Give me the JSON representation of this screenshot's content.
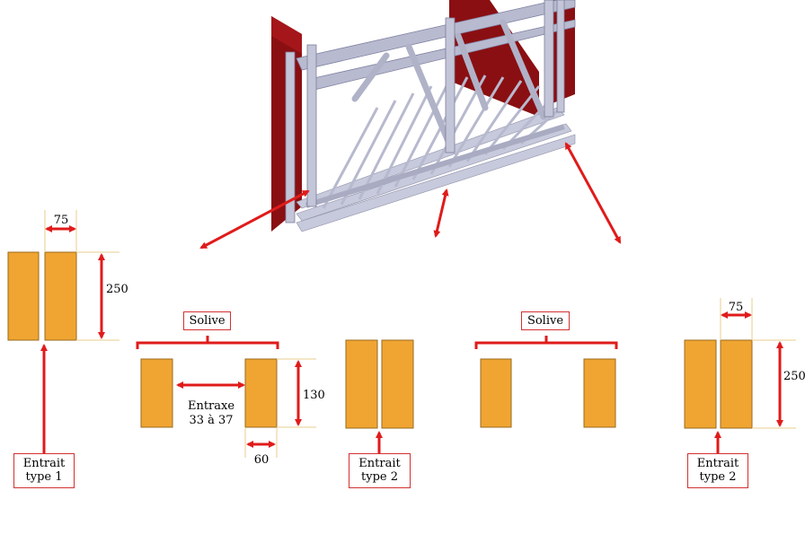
{
  "labels": {
    "solive_left": "Solive",
    "solive_right": "Solive",
    "entrait1_line1": "Entrait",
    "entrait1_line2": "type 1",
    "entrait2a_line1": "Entrait",
    "entrait2a_line2": "type 2",
    "entrait2b_line1": "Entrait",
    "entrait2b_line2": "type 2"
  },
  "dimensions": {
    "d75_left": "75",
    "d250_left": "250",
    "d130": "130",
    "entraxe_line1": "Entraxe",
    "entraxe_line2": "33 à 37",
    "d60": "60",
    "d75_right": "75",
    "d250_right": "250"
  },
  "colors": {
    "beam": "#f0a532",
    "arrow": "#e01b1b",
    "frame_steel": "#9ea0bd",
    "frame_wall": "#8a0f12"
  },
  "icons": {
    "model": "roof-truss-3d-render"
  }
}
